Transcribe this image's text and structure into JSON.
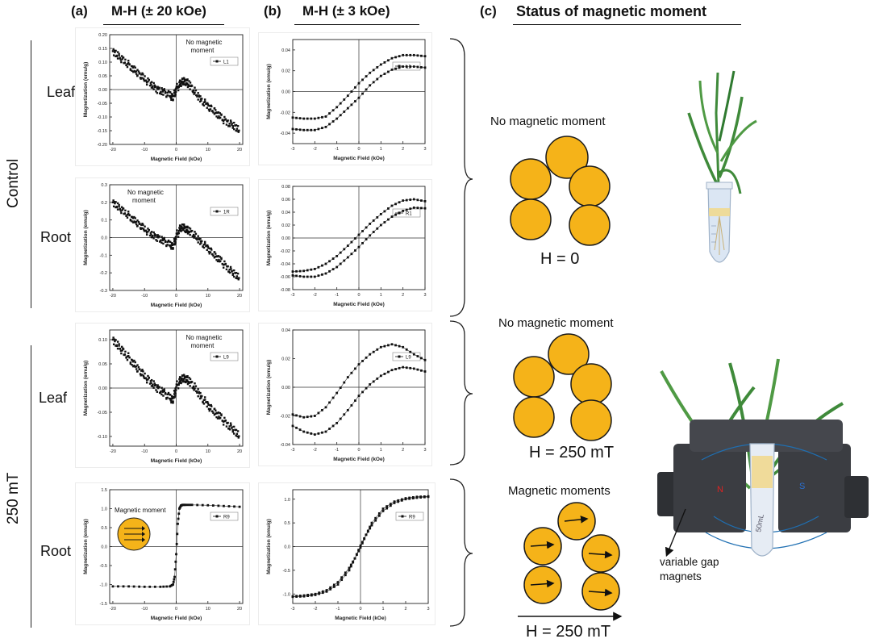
{
  "headers": {
    "a_letter": "(a)",
    "a_title": "M-H (± 20 kOe)",
    "b_letter": "(b)",
    "b_title": "M-H (± 3 kOe)",
    "c_letter": "(c)",
    "c_title": "Status of magnetic moment"
  },
  "groups": {
    "control": "Control",
    "treated": "250 mT"
  },
  "rows": {
    "leaf": "Leaf",
    "root": "Root"
  },
  "status": {
    "s1_title": "No magnetic moment",
    "s1_field": "H = 0",
    "s2_title": "No magnetic moment",
    "s2_field": "H = 250 mT",
    "s3_title": "Magnetic moments",
    "s3_field": "H = 250 mT",
    "magnet_label_line1": "variable gap",
    "magnet_label_line2": "magnets",
    "magnet_n": "N",
    "magnet_s": "S",
    "tube_text": "50mL"
  },
  "colors": {
    "particle": "#f5b319",
    "particle_edge": "#1a1a1a",
    "plant": "#3f8a3a",
    "magnet": "#3b3d42",
    "field_line": "#1f6fb2"
  },
  "chart_data": [
    {
      "id": "a1",
      "type": "scatter",
      "legend": "L1",
      "annotation_line1": "No magnetic",
      "annotation_line2": "moment",
      "xlabel": "Magnetic Field (kOe)",
      "ylabel": "Magnetization (emu/g)",
      "xlim": [
        -21,
        21
      ],
      "ylim": [
        -0.2,
        0.2
      ],
      "xticks": [
        -20,
        -10,
        0,
        10,
        20
      ],
      "yticks": [
        -0.2,
        -0.15,
        -0.1,
        -0.05,
        0.0,
        0.05,
        0.1,
        0.15,
        0.2
      ],
      "ytick_labels": [
        "-0.20",
        "-0.15",
        "-0.10",
        "-0.05",
        "0.00",
        "0.05",
        "0.10",
        "0.15",
        "0.20"
      ],
      "x": [
        -20,
        -18,
        -16,
        -14,
        -12,
        -10,
        -8,
        -6,
        -4,
        -2,
        -1,
        0,
        1,
        2,
        3,
        4,
        6,
        8,
        10,
        12,
        14,
        16,
        18,
        20
      ],
      "y": [
        0.14,
        0.12,
        0.1,
        0.08,
        0.06,
        0.04,
        0.02,
        0.0,
        -0.01,
        -0.02,
        -0.03,
        0.0,
        0.02,
        0.03,
        0.03,
        0.02,
        -0.01,
        -0.04,
        -0.06,
        -0.08,
        -0.1,
        -0.12,
        -0.13,
        -0.15
      ]
    },
    {
      "id": "b1",
      "type": "line",
      "legend": "L1",
      "xlabel": "Magnetic Field (kOe)",
      "ylabel": "Magnetization (emu/g)",
      "xlim": [
        -3,
        3
      ],
      "ylim": [
        -0.05,
        0.05
      ],
      "xticks": [
        -3,
        -2,
        -1,
        0,
        1,
        2,
        3
      ],
      "yticks": [
        -0.04,
        -0.02,
        0.0,
        0.02,
        0.04
      ],
      "ytick_labels": [
        "-0.04",
        "-0.02",
        "0.00",
        "0.02",
        "0.04"
      ],
      "series": [
        {
          "x": [
            -3,
            -2.5,
            -2,
            -1.5,
            -1,
            -0.5,
            0,
            0.5,
            1,
            1.5,
            2,
            2.5,
            3
          ],
          "y": [
            -0.025,
            -0.026,
            -0.026,
            -0.024,
            -0.015,
            -0.004,
            0.008,
            0.018,
            0.026,
            0.032,
            0.035,
            0.035,
            0.034
          ]
        },
        {
          "x": [
            -3,
            -2.5,
            -2,
            -1.5,
            -1,
            -0.5,
            0,
            0.5,
            1,
            1.5,
            2,
            2.5,
            3
          ],
          "y": [
            -0.036,
            -0.037,
            -0.037,
            -0.034,
            -0.026,
            -0.016,
            -0.006,
            0.006,
            0.015,
            0.021,
            0.024,
            0.024,
            0.023
          ]
        }
      ]
    },
    {
      "id": "a2",
      "type": "scatter",
      "legend": "1R",
      "annotation_line1": "No magnetic",
      "annotation_line2": "moment",
      "xlabel": "Magnetic Field (kOe)",
      "ylabel": "Magnetization (emu/g)",
      "xlim": [
        -21,
        21
      ],
      "ylim": [
        -0.3,
        0.3
      ],
      "xticks": [
        -20,
        -10,
        0,
        10,
        20
      ],
      "yticks": [
        -0.3,
        -0.2,
        -0.1,
        0.0,
        0.1,
        0.2,
        0.3
      ],
      "ytick_labels": [
        "-0.3",
        "-0.2",
        "-0.1",
        "0.0",
        "0.1",
        "0.2",
        "0.3"
      ],
      "x": [
        -20,
        -18,
        -16,
        -14,
        -12,
        -10,
        -8,
        -6,
        -4,
        -2,
        -1,
        0,
        1,
        2,
        3,
        4,
        6,
        8,
        10,
        12,
        14,
        16,
        18,
        20
      ],
      "y": [
        0.2,
        0.17,
        0.14,
        0.11,
        0.08,
        0.05,
        0.02,
        0.0,
        -0.02,
        -0.04,
        -0.05,
        0.0,
        0.05,
        0.06,
        0.05,
        0.04,
        0.01,
        -0.03,
        -0.06,
        -0.1,
        -0.13,
        -0.17,
        -0.2,
        -0.23
      ]
    },
    {
      "id": "b2",
      "type": "line",
      "legend": "R1",
      "xlabel": "Magnetic Field (kOe)",
      "ylabel": "Magnetization (emu/g)",
      "xlim": [
        -3,
        3
      ],
      "ylim": [
        -0.08,
        0.08
      ],
      "xticks": [
        -3,
        -2,
        -1,
        0,
        1,
        2,
        3
      ],
      "yticks": [
        -0.08,
        -0.06,
        -0.04,
        -0.02,
        0.0,
        0.02,
        0.04,
        0.06,
        0.08
      ],
      "ytick_labels": [
        "-0.08",
        "-0.06",
        "-0.04",
        "-0.02",
        "0.00",
        "0.02",
        "0.04",
        "0.06",
        "0.08"
      ],
      "series": [
        {
          "x": [
            -3,
            -2.5,
            -2,
            -1.5,
            -1,
            -0.5,
            0,
            0.5,
            1,
            1.5,
            2,
            2.5,
            3
          ],
          "y": [
            -0.052,
            -0.051,
            -0.048,
            -0.04,
            -0.028,
            -0.012,
            0.005,
            0.022,
            0.037,
            0.05,
            0.058,
            0.06,
            0.057
          ]
        },
        {
          "x": [
            -3,
            -2.5,
            -2,
            -1.5,
            -1,
            -0.5,
            0,
            0.5,
            1,
            1.5,
            2,
            2.5,
            3
          ],
          "y": [
            -0.058,
            -0.06,
            -0.06,
            -0.055,
            -0.045,
            -0.03,
            -0.014,
            0.004,
            0.02,
            0.033,
            0.042,
            0.047,
            0.046
          ]
        }
      ]
    },
    {
      "id": "a3",
      "type": "scatter",
      "legend": "L9",
      "annotation_line1": "No magnetic",
      "annotation_line2": "moment",
      "xlabel": "Magnetic Field (kOe)",
      "ylabel": "Magnetization (emu/g)",
      "xlim": [
        -21,
        21
      ],
      "ylim": [
        -0.12,
        0.12
      ],
      "xticks": [
        -20,
        -10,
        0,
        10,
        20
      ],
      "yticks": [
        -0.1,
        -0.05,
        0.0,
        0.05,
        0.1
      ],
      "ytick_labels": [
        "-0.10",
        "-0.05",
        "0.00",
        "0.05",
        "0.10"
      ],
      "x": [
        -20,
        -18,
        -16,
        -14,
        -12,
        -10,
        -8,
        -6,
        -4,
        -2,
        -1,
        0,
        1,
        2,
        3,
        4,
        6,
        8,
        10,
        12,
        14,
        16,
        18,
        20
      ],
      "y": [
        0.1,
        0.085,
        0.07,
        0.055,
        0.04,
        0.025,
        0.012,
        0.0,
        -0.01,
        -0.02,
        -0.025,
        0.0,
        0.015,
        0.02,
        0.02,
        0.015,
        0.0,
        -0.02,
        -0.035,
        -0.05,
        -0.06,
        -0.075,
        -0.085,
        -0.1
      ]
    },
    {
      "id": "b3",
      "type": "line",
      "legend": "L9",
      "xlabel": "Magnetic Field (kOe)",
      "ylabel": "Magnetization (emu/g)",
      "xlim": [
        -3,
        3
      ],
      "ylim": [
        -0.04,
        0.04
      ],
      "xticks": [
        -3,
        -2,
        -1,
        0,
        1,
        2,
        3
      ],
      "yticks": [
        -0.04,
        -0.02,
        0.0,
        0.02,
        0.04
      ],
      "ytick_labels": [
        "-0.04",
        "-0.02",
        "0.00",
        "0.02",
        "0.04"
      ],
      "series": [
        {
          "x": [
            -3,
            -2.5,
            -2,
            -1.5,
            -1,
            -0.5,
            0,
            0.5,
            1,
            1.5,
            2,
            2.5,
            3
          ],
          "y": [
            -0.019,
            -0.021,
            -0.02,
            -0.014,
            -0.004,
            0.007,
            0.016,
            0.023,
            0.028,
            0.03,
            0.028,
            0.023,
            0.019
          ]
        },
        {
          "x": [
            -3,
            -2.5,
            -2,
            -1.5,
            -1,
            -0.5,
            0,
            0.5,
            1,
            1.5,
            2,
            2.5,
            3
          ],
          "y": [
            -0.027,
            -0.031,
            -0.033,
            -0.031,
            -0.025,
            -0.016,
            -0.006,
            0.002,
            0.008,
            0.012,
            0.014,
            0.013,
            0.011
          ]
        }
      ]
    },
    {
      "id": "a4",
      "type": "line",
      "legend": "R9",
      "annotation_line1": "Magnetic moment",
      "annotation_line2": "",
      "xlabel": "Magnetic Field (kOe)",
      "ylabel": "Magnetization (emu/g)",
      "xlim": [
        -21,
        21
      ],
      "ylim": [
        -1.5,
        1.5
      ],
      "xticks": [
        -20,
        -10,
        0,
        10,
        20
      ],
      "yticks": [
        -1.5,
        -1.0,
        -0.5,
        0.0,
        0.5,
        1.0,
        1.5
      ],
      "ytick_labels": [
        "-1.5",
        "-1.0",
        "-0.5",
        "0.0",
        "0.5",
        "1.0",
        "1.5"
      ],
      "series": [
        {
          "x": [
            -20,
            -15,
            -10,
            -5,
            -2,
            -1,
            -0.5,
            0,
            0.5,
            1,
            1.5,
            2,
            3,
            5,
            10,
            15,
            20
          ],
          "y": [
            -1.05,
            -1.05,
            -1.06,
            -1.06,
            -1.05,
            -1.0,
            -0.8,
            -0.2,
            0.6,
            1.0,
            1.08,
            1.1,
            1.1,
            1.1,
            1.09,
            1.07,
            1.05
          ]
        }
      ]
    },
    {
      "id": "b4",
      "type": "line",
      "legend": "R9",
      "xlabel": "Magnetic Field (kOe)",
      "ylabel": "Magnetization (emu/g)",
      "xlim": [
        -3,
        3
      ],
      "ylim": [
        -1.2,
        1.2
      ],
      "xticks": [
        -3,
        -2,
        -1,
        0,
        1,
        2,
        3
      ],
      "yticks": [
        -1.0,
        -0.5,
        0.0,
        0.5,
        1.0
      ],
      "ytick_labels": [
        "-1.0",
        "-0.5",
        "0.0",
        "0.5",
        "1.0"
      ],
      "series": [
        {
          "x": [
            -3,
            -2.5,
            -2,
            -1.5,
            -1,
            -0.5,
            -0.25,
            0,
            0.25,
            0.5,
            1,
            1.5,
            2,
            2.5,
            3
          ],
          "y": [
            -1.05,
            -1.03,
            -1.0,
            -0.92,
            -0.75,
            -0.45,
            -0.25,
            -0.02,
            0.25,
            0.5,
            0.8,
            0.95,
            1.02,
            1.05,
            1.06
          ]
        },
        {
          "x": [
            -3,
            -2.5,
            -2,
            -1.5,
            -1,
            -0.5,
            -0.25,
            0,
            0.25,
            0.5,
            1,
            1.5,
            2,
            2.5,
            3
          ],
          "y": [
            -1.06,
            -1.05,
            -1.02,
            -0.95,
            -0.8,
            -0.5,
            -0.25,
            0.02,
            0.25,
            0.45,
            0.75,
            0.92,
            1.0,
            1.03,
            1.05
          ]
        }
      ]
    }
  ]
}
